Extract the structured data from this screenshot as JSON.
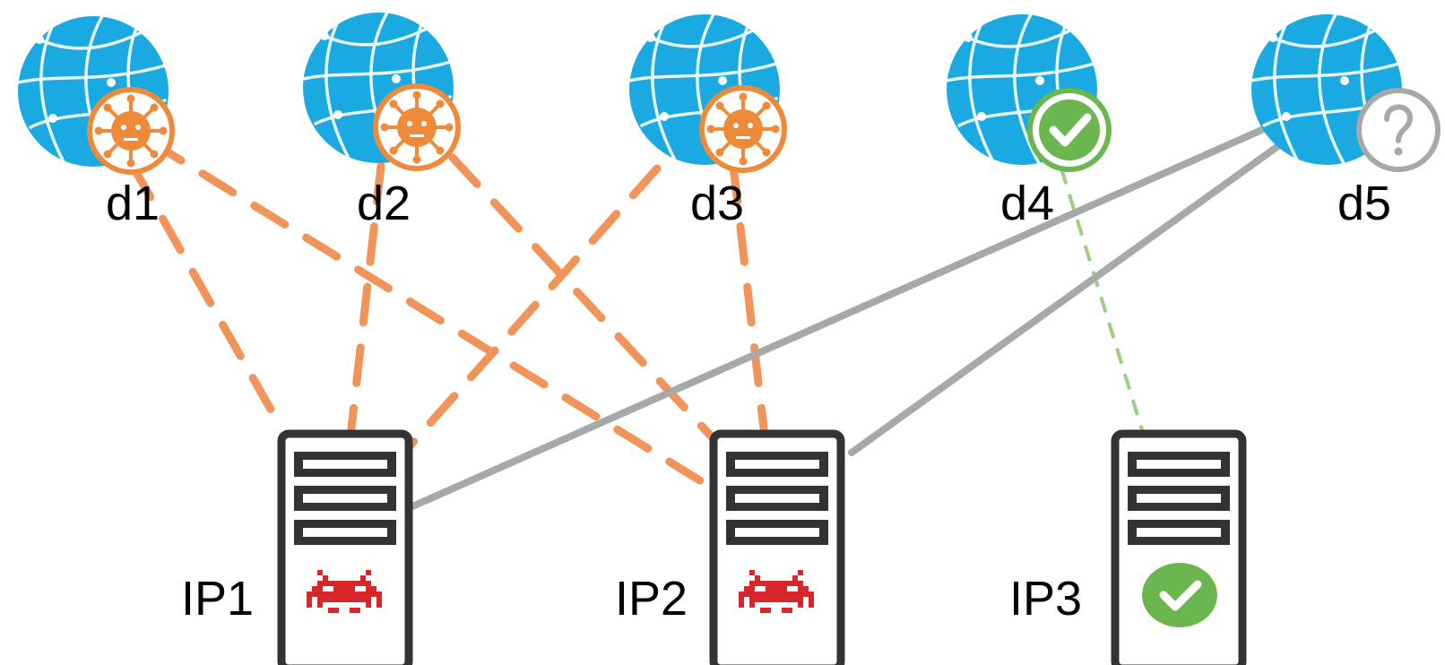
{
  "domains": [
    {
      "id": "d1",
      "label": "d1",
      "status": "malicious",
      "status_icon": "virus-icon"
    },
    {
      "id": "d2",
      "label": "d2",
      "status": "malicious",
      "status_icon": "virus-icon"
    },
    {
      "id": "d3",
      "label": "d3",
      "status": "malicious",
      "status_icon": "virus-icon"
    },
    {
      "id": "d4",
      "label": "d4",
      "status": "benign",
      "status_icon": "check-icon"
    },
    {
      "id": "d5",
      "label": "d5",
      "status": "unknown",
      "status_icon": "question-icon"
    }
  ],
  "servers": [
    {
      "id": "ip1",
      "label": "IP1",
      "status": "malicious",
      "status_icon": "space-invader-icon"
    },
    {
      "id": "ip2",
      "label": "IP2",
      "status": "malicious",
      "status_icon": "space-invader-icon"
    },
    {
      "id": "ip3",
      "label": "IP3",
      "status": "benign",
      "status_icon": "check-icon"
    }
  ],
  "edges": [
    {
      "from": "d1",
      "to": "ip1",
      "style": "malicious-dashed"
    },
    {
      "from": "d1",
      "to": "ip2",
      "style": "malicious-dashed"
    },
    {
      "from": "d2",
      "to": "ip1",
      "style": "malicious-dashed"
    },
    {
      "from": "d2",
      "to": "ip2",
      "style": "malicious-dashed"
    },
    {
      "from": "d3",
      "to": "ip1",
      "style": "malicious-dashed"
    },
    {
      "from": "d3",
      "to": "ip2",
      "style": "malicious-dashed"
    },
    {
      "from": "d4",
      "to": "ip3",
      "style": "benign-dashed"
    },
    {
      "from": "d5",
      "to": "ip1",
      "style": "unknown-solid"
    },
    {
      "from": "d5",
      "to": "ip2",
      "style": "unknown-solid"
    }
  ],
  "colors": {
    "globe": "#1aa9e0",
    "malicious_edge": "#f0945a",
    "virus": "#ef8a3a",
    "benign": "#6cb64f",
    "unknown": "#a8a8a8",
    "server_outline": "#333333",
    "invader": "#d9262b"
  }
}
